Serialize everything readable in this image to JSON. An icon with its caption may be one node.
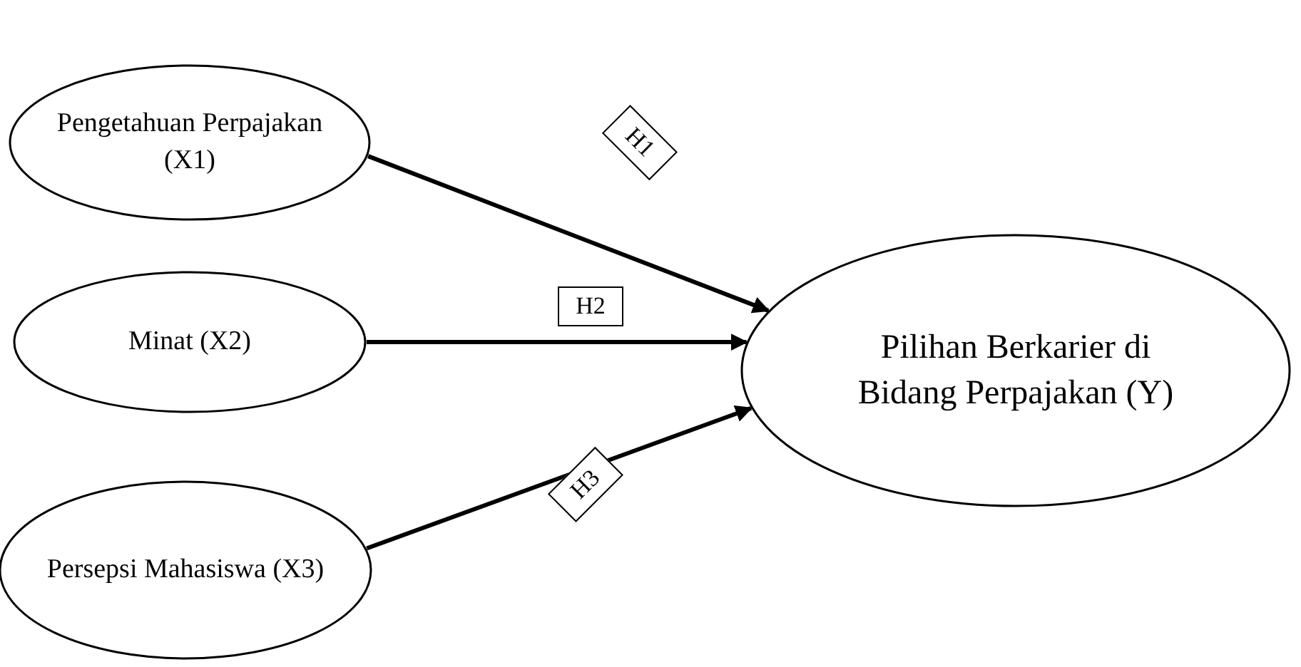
{
  "diagram": {
    "nodes": [
      {
        "text": [
          "Pengetahuan Perpajakan (X1)"
        ]
      },
      {
        "text": [
          "Minat (X2)"
        ]
      },
      {
        "text": [
          "Persepsi Mahasiswa (X3)"
        ]
      },
      {
        "text": [
          "Pilihan Berkarier di Bidang Perpajakan (Y)"
        ]
      }
    ],
    "edges": [
      {
        "from": 0,
        "to": 3,
        "arrow": "to",
        "label": "H1"
      },
      {
        "from": 1,
        "to": 3,
        "arrow": "to",
        "label": "H2"
      },
      {
        "from": 2,
        "to": 3,
        "arrow": "to",
        "label": "H3"
      }
    ]
  }
}
